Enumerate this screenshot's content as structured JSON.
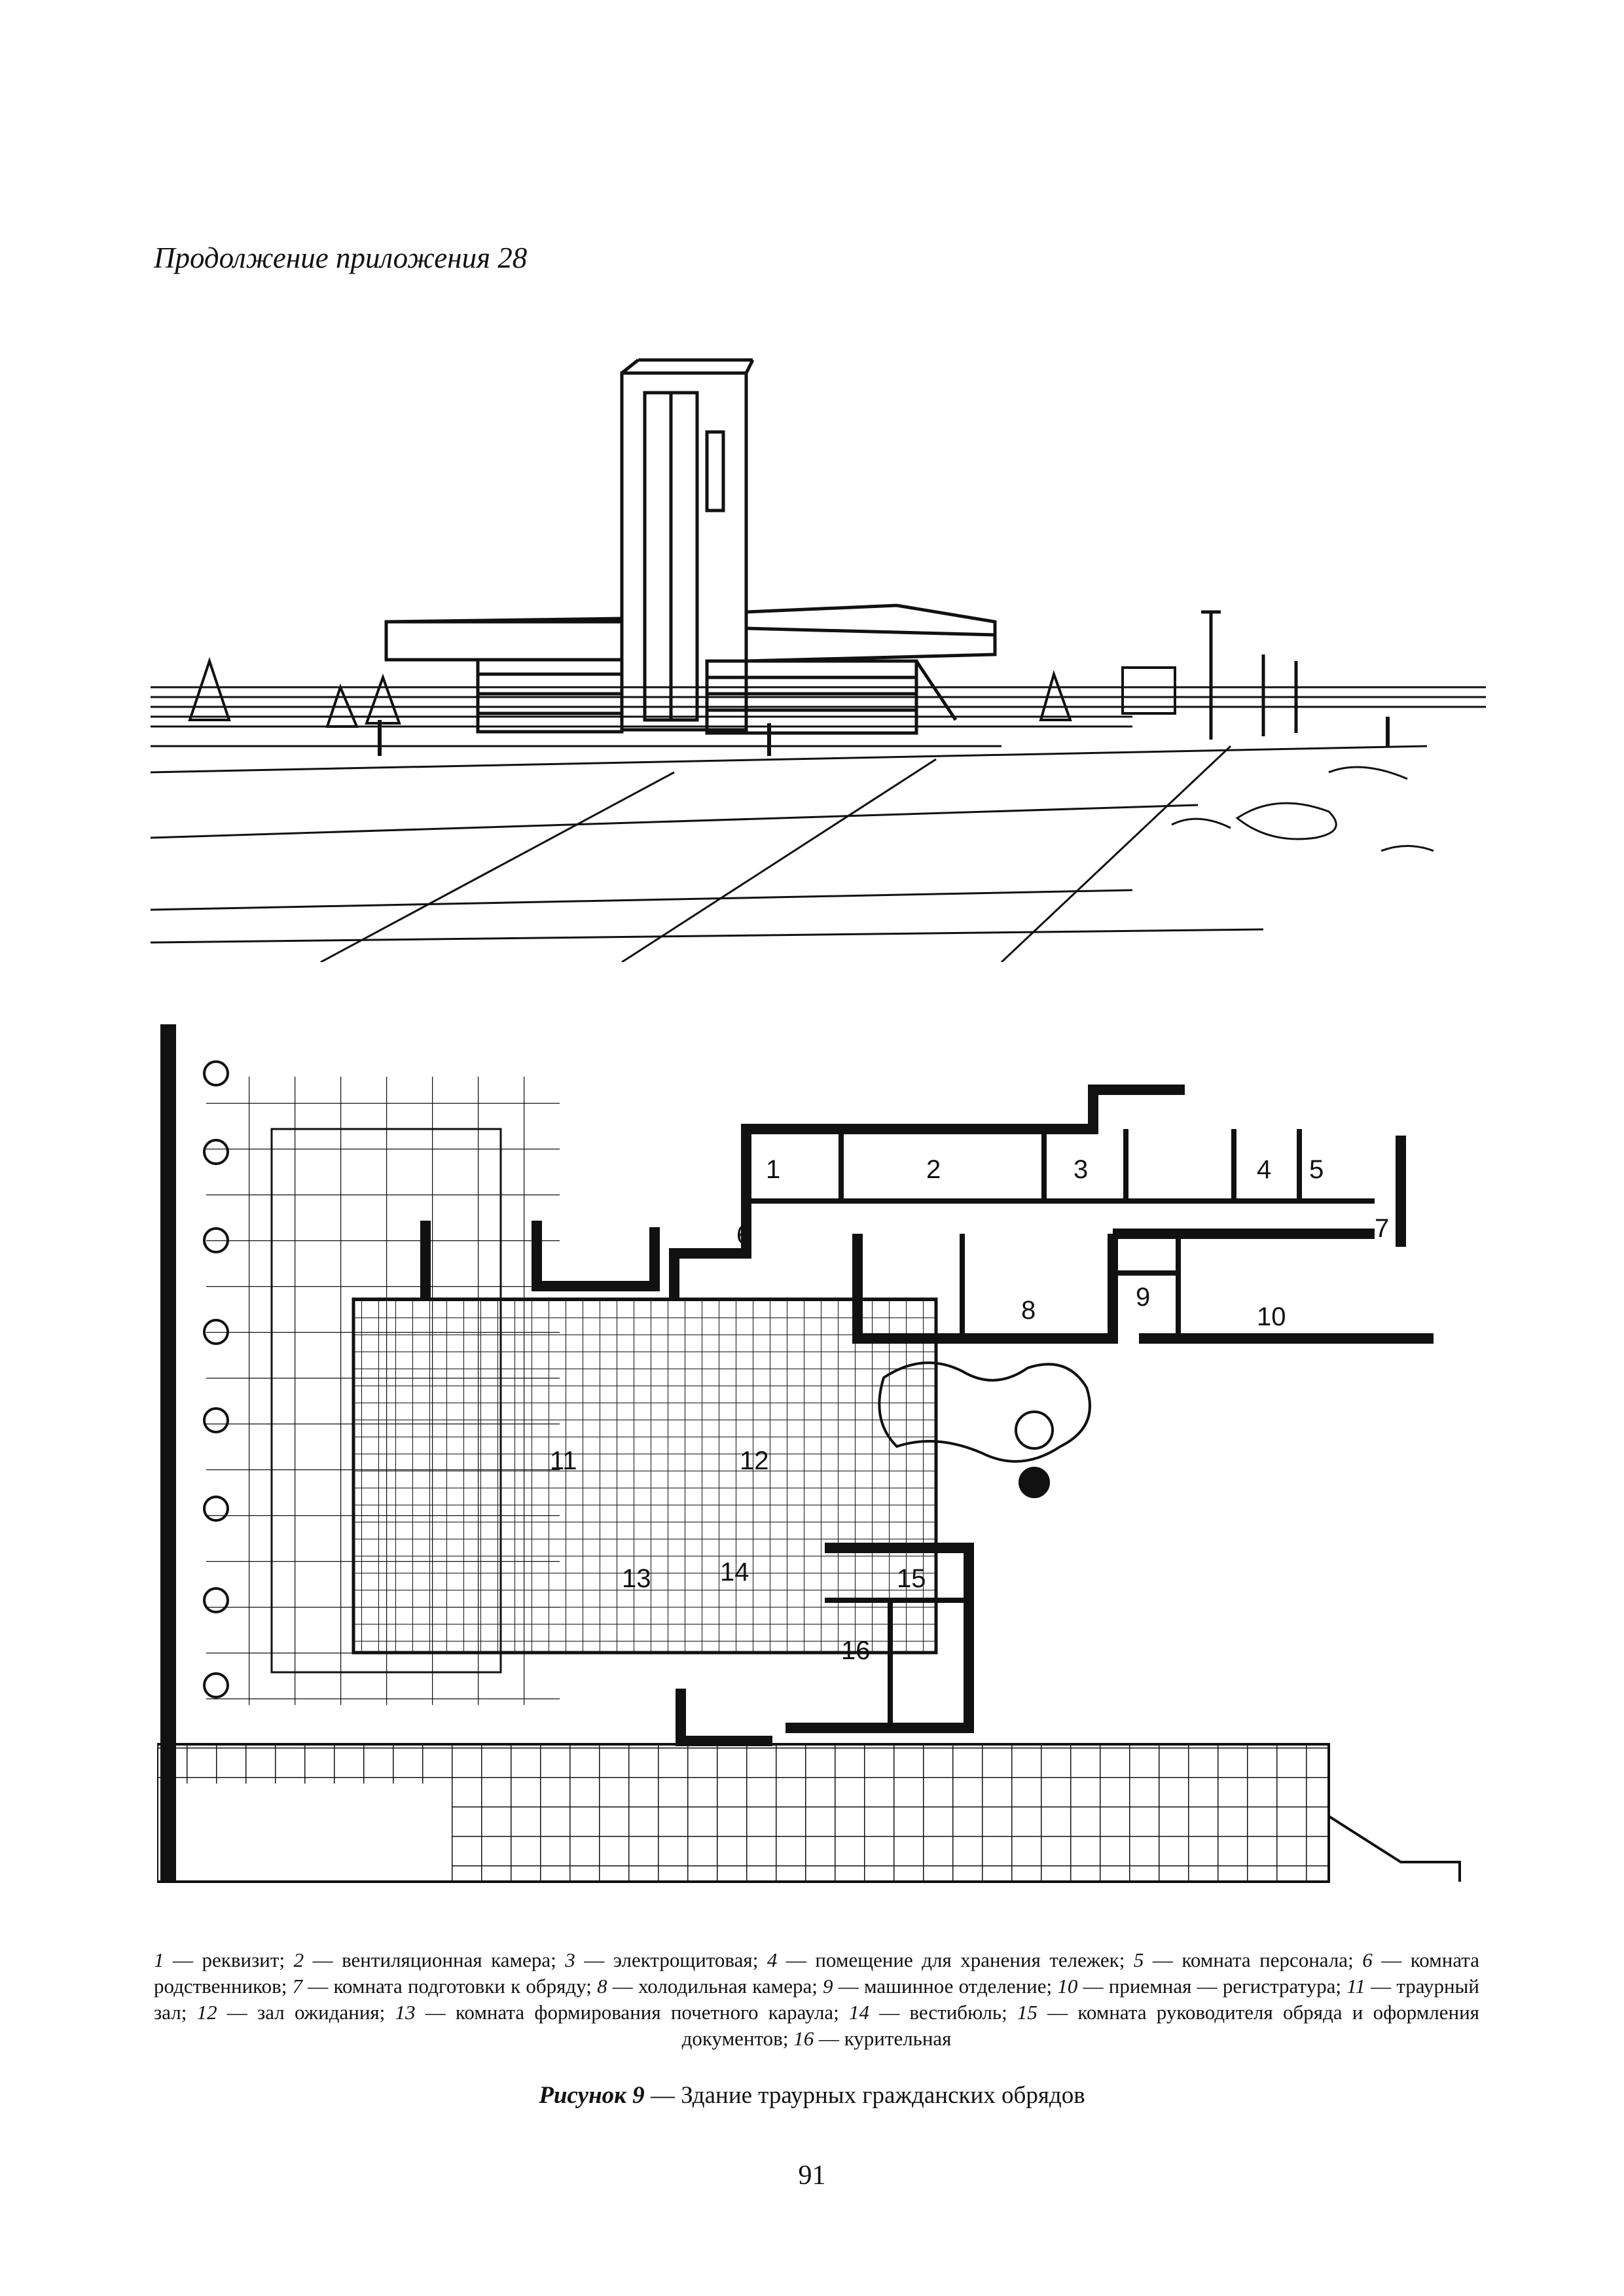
{
  "header": {
    "text": "Продолжение приложения 28"
  },
  "plan_numbers": [
    "1",
    "2",
    "3",
    "4",
    "5",
    "6",
    "7",
    "8",
    "9",
    "10",
    "11",
    "12",
    "13",
    "14",
    "15",
    "16"
  ],
  "legend": [
    {
      "num": "1",
      "text": "реквизит"
    },
    {
      "num": "2",
      "text": "вентиляционная камера"
    },
    {
      "num": "3",
      "text": "электрощитовая"
    },
    {
      "num": "4",
      "text": "помещение для хранения тележек"
    },
    {
      "num": "5",
      "text": "комната персонала"
    },
    {
      "num": "6",
      "text": "комната родственников"
    },
    {
      "num": "7",
      "text": "комната подготовки к обряду"
    },
    {
      "num": "8",
      "text": "холодильная камера"
    },
    {
      "num": "9",
      "text": "машинное отделение"
    },
    {
      "num": "10",
      "text": "приемная — регистратура"
    },
    {
      "num": "11",
      "text": "траурный зал"
    },
    {
      "num": "12",
      "text": "зал ожидания"
    },
    {
      "num": "13",
      "text": "комната формирования почетного караула"
    },
    {
      "num": "14",
      "text": "вестибюль"
    },
    {
      "num": "15",
      "text": "комната руководителя обряда и оформления документов"
    },
    {
      "num": "16",
      "text": "курительная"
    }
  ],
  "caption": {
    "label": "Рисунок 9",
    "dash": " — ",
    "title": "Здание траурных гражданских обрядов"
  },
  "page_number": "91"
}
